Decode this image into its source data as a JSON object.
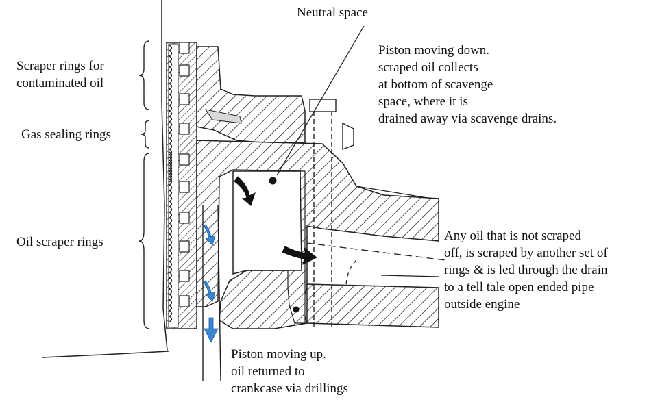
{
  "labels": {
    "neutral_space": "Neutral space",
    "scraper_rings_contaminated": [
      "Scraper rings for",
      "contaminated oil"
    ],
    "gas_sealing_rings": "Gas sealing rings",
    "oil_scraper_rings": "Oil scraper rings",
    "piston_moving_down": [
      "Piston moving down.",
      "scraped oil collects",
      "at bottom of scavenge",
      "space, where it is",
      "drained away via scavenge drains."
    ],
    "any_oil": [
      "Any oil that is not scraped",
      "off, is scraped by another set of",
      "rings & is led through the drain",
      "to a tell tale open ended pipe",
      "outside engine"
    ],
    "piston_moving_up": [
      "Piston moving up.",
      "oil returned to",
      "crankcase via drillings"
    ]
  },
  "colors": {
    "ink": "#111111",
    "oil_arrow": "#3a86d0"
  }
}
